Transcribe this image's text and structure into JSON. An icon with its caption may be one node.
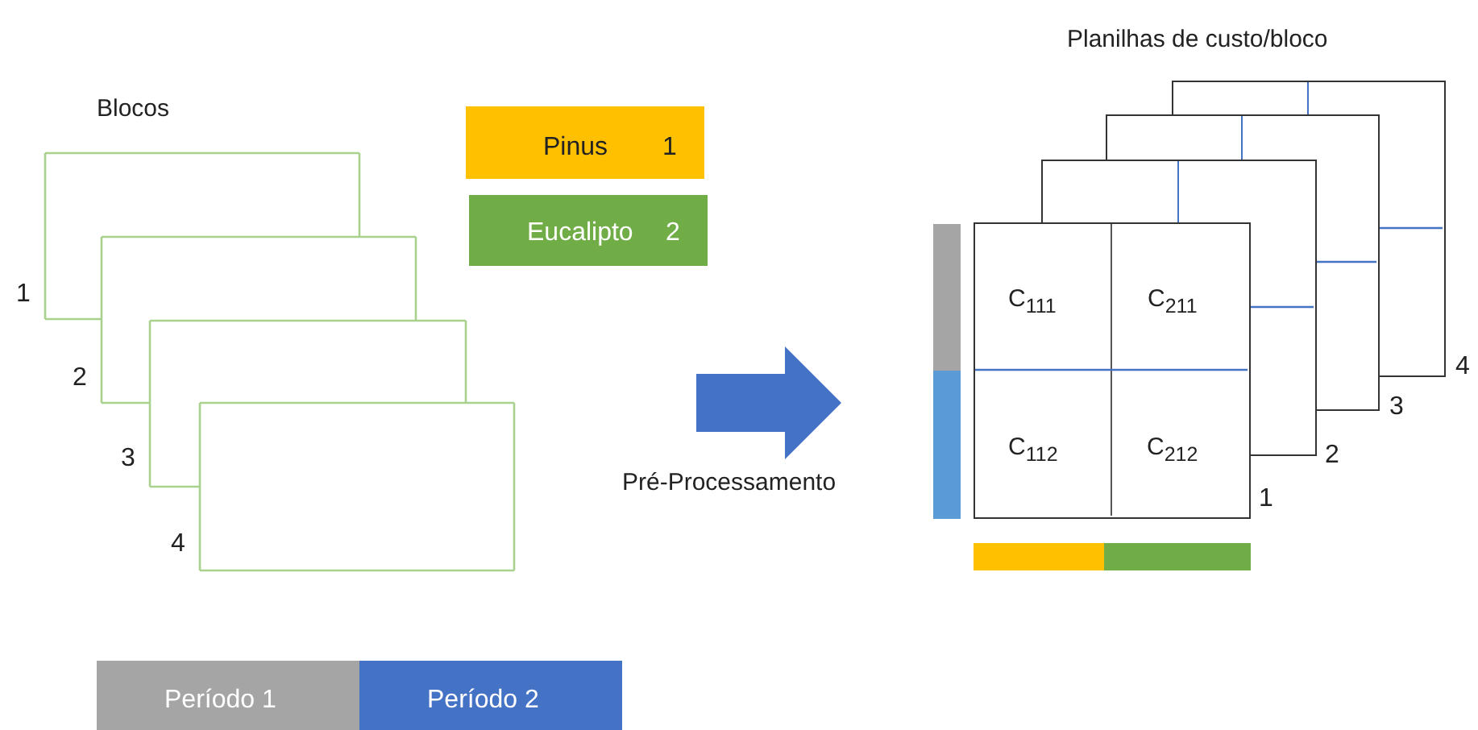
{
  "diagram": {
    "nodes": [
      {
        "text": [],
        "shape": "box",
        "beside": [
          "1"
        ]
      },
      {
        "text": [],
        "shape": "box",
        "beside": [
          "2"
        ]
      },
      {
        "text": [],
        "shape": "box",
        "beside": [
          "3"
        ]
      },
      {
        "text": [],
        "shape": "box",
        "beside": [
          "4"
        ]
      },
      {
        "text": [
          "Pinus",
          "1"
        ]
      },
      {
        "text": [
          "Eucalipto",
          "2"
        ]
      },
      {
        "text": [
          "Período 1"
        ]
      },
      {
        "text": [
          "Período 2"
        ]
      },
      {
        "text": [],
        "shape": "arrow",
        "beside": [
          "Pré-Processamento"
        ]
      },
      {
        "text": [],
        "shape": "box",
        "beside": [
          "1"
        ]
      },
      {
        "text": [],
        "shape": "box",
        "beside": [
          "2"
        ]
      },
      {
        "text": [],
        "shape": "box",
        "beside": [
          "3"
        ]
      },
      {
        "text": [],
        "shape": "box",
        "beside": [
          "4"
        ]
      },
      {
        "text": [
          "C$_{111}$"
        ],
        "in": 9
      },
      {
        "text": [
          "C$_{211}$"
        ]
      },
      {
        "text": [
          "C$_{112}$"
        ],
        "in": 9
      },
      {
        "text": [
          "C$_{212}$"
        ],
        "in": 9
      },
      {
        "text": [],
        "shape": "bar"
      },
      {
        "text": [],
        "shape": "bar"
      },
      {
        "text": [],
        "shape": "bar"
      },
      {
        "text": [],
        "shape": "bar"
      }
    ],
    "edges": [],
    "labels": [
      "Blocos",
      "Planilhas de custo/bloco"
    ]
  }
}
